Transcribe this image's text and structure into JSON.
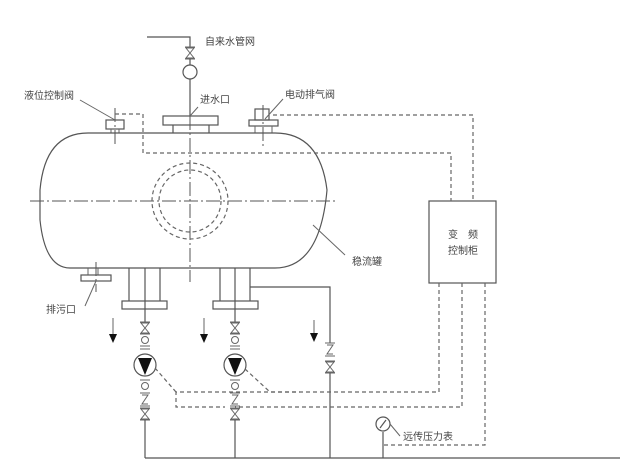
{
  "diagram": {
    "labels": {
      "city_water_network": "自来水管网",
      "water_inlet": "进水口",
      "level_control_valve": "液位控制阀",
      "electric_exhaust_valve": "电动排气阀",
      "stabilizer_tank": "稳流罐",
      "drain_outlet": "排污口",
      "vfd_cabinet_line1": "变　频",
      "vfd_cabinet_line2": "控制柜",
      "remote_pressure_gauge": "远传压力表"
    },
    "colors": {
      "line": "#555555",
      "pump_fill": "#111111",
      "background": "#ffffff"
    },
    "icons": [
      "gate-valve-icon",
      "pump-icon",
      "check-valve-icon",
      "pressure-gauge-icon",
      "flow-arrow-icon",
      "water-meter-icon"
    ]
  }
}
